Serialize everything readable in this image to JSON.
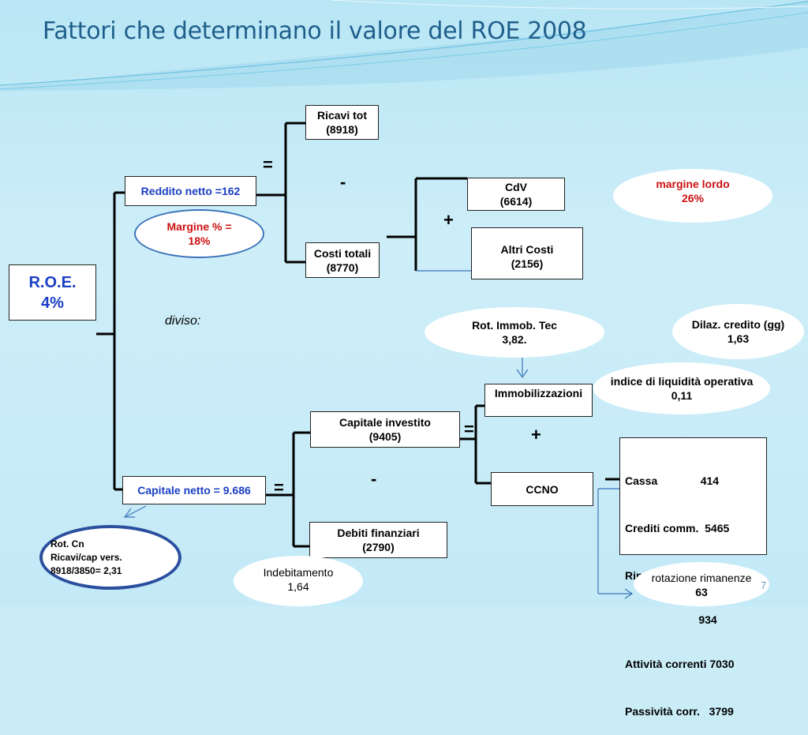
{
  "slide": {
    "title": "Fattori che determinano il valore del ROE 2008"
  },
  "diagram": {
    "roe": {
      "line1": "R.O.E.",
      "line2": "4%"
    },
    "reddito_netto": "Reddito netto =162",
    "capitale_netto": "Capitale netto = 9.686",
    "ricavi_tot": {
      "line1": "Ricavi tot",
      "line2": "(8918)"
    },
    "costi_totali": {
      "line1": "Costi totali",
      "line2": "(8770)"
    },
    "cdv": {
      "line1": "CdV",
      "line2": "(6614)"
    },
    "altri_costi": {
      "line1": "Altri Costi",
      "line2": "(2156)"
    },
    "capitale_investito": {
      "line1": "Capitale investito",
      "line2": "(9405)"
    },
    "debiti_finanziari": {
      "line1": "Debiti finanziari",
      "line2": "(2790)"
    },
    "immobilizzazioni": "Immobilizzazioni",
    "ccno": "CCNO",
    "ccno_detail": [
      "Cassa              414",
      "Crediti comm.  5465",
      "Rimanenze         210",
      "                        934",
      "Attività correnti 7030",
      "Passività corr.   3799"
    ],
    "margine_pct": {
      "line1": "Margine % =",
      "line2": "18%"
    },
    "margine_lordo": {
      "line1": "margine lordo",
      "line2": "26%"
    },
    "rot_immob": {
      "line1": "Rot. Immob. Tec",
      "line2": "3,82."
    },
    "dilaz_credito": {
      "line1": "Dilaz. credito (gg)",
      "line2": "1,63"
    },
    "indice_liquidita": {
      "line1": "indice di liquidità operativa",
      "line2": "0,11"
    },
    "rot_cn": {
      "line1": "Rot. Cn",
      "line2": "Ricavi/cap vers.",
      "line3": "8918/3850= 2,31"
    },
    "indebitamento": {
      "line1": "Indebitamento",
      "line2": "1,64"
    },
    "rotazione_rimanenze": {
      "line1": "rotazione rimanenze",
      "line2": "63"
    },
    "diviso": "diviso:",
    "symbols": {
      "eq_top": "=",
      "minus_top": "-",
      "plus_cdv": "+",
      "eq_bottom": "=",
      "eq_capital": "=",
      "minus_bottom": "-",
      "plus_bottom": "+"
    },
    "page_number": "7"
  }
}
